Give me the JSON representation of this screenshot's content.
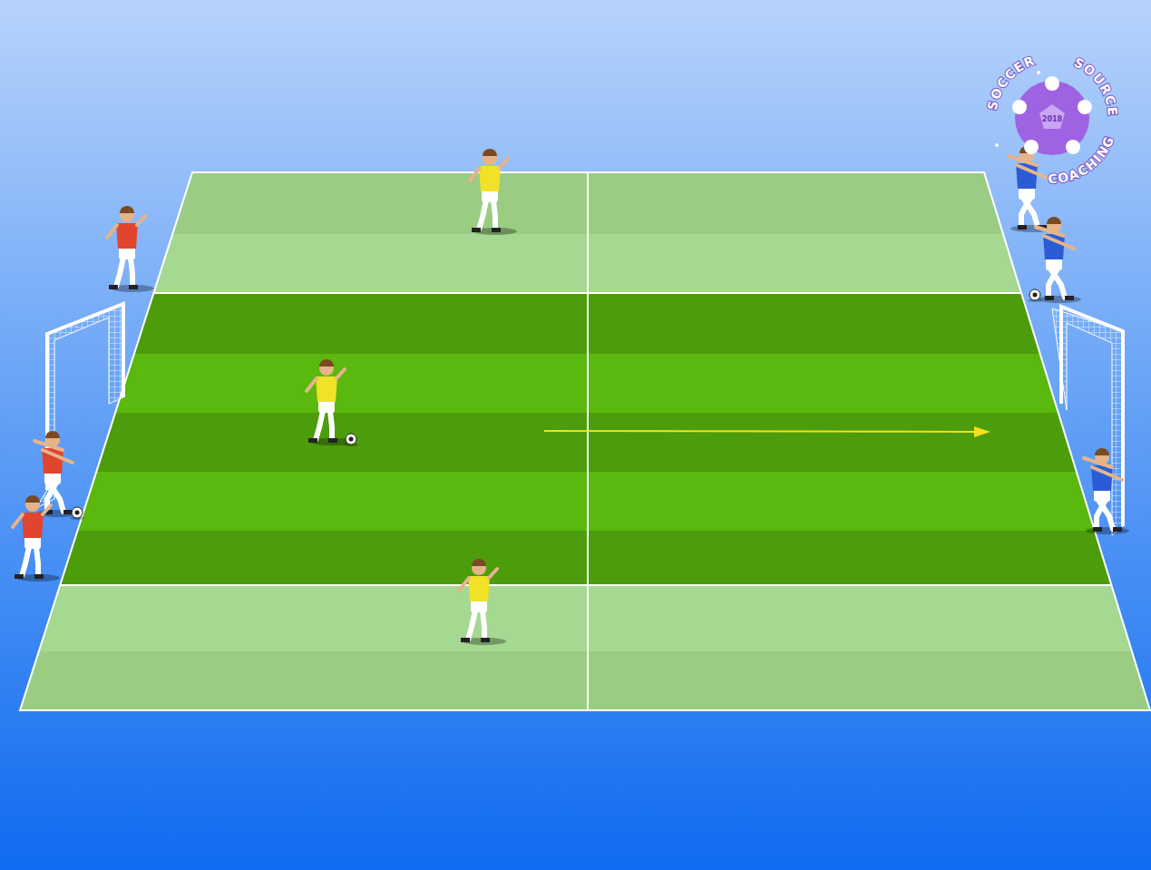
{
  "diagram": {
    "labels": [
      "SOCCER",
      "SOURCE",
      "COACHING",
      "2018"
    ]
  }
}
